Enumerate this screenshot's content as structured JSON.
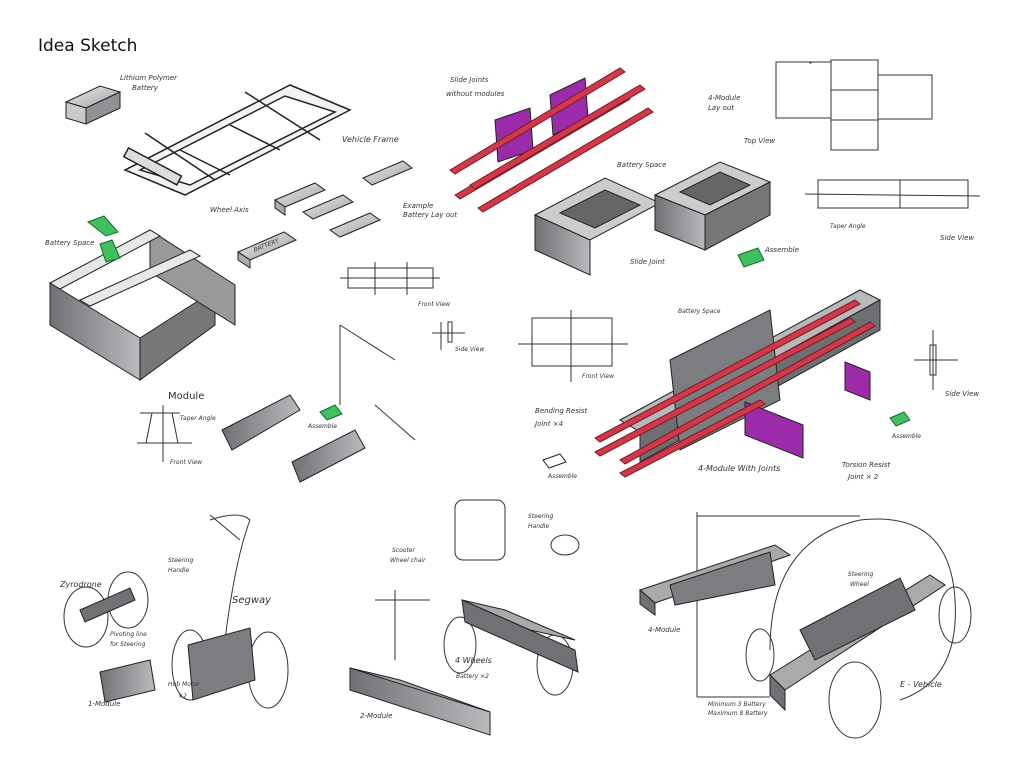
{
  "title": "Idea Sketch",
  "labels": {
    "lithium_battery_1": "Lithium Polymer",
    "lithium_battery_2": "Battery",
    "vehicle_frame": "Vehicle Frame",
    "wheel_axis": "Wheel Axis",
    "example_layout_1": "Example",
    "example_layout_2": "Battery Lay out",
    "battery_text": "BATTERY",
    "battery_space_left": "Battery Space",
    "slide_joints_1": "Slide Joints",
    "slide_joints_2": "without modules",
    "battery_space_top": "Battery Space",
    "slide_joint": "Slide Joint",
    "assemble_1": "Assemble",
    "four_module_layout_1": "4-Module",
    "four_module_layout_2": "Lay out",
    "top_view": "Top View",
    "taper_angle_right": "Taper Angle",
    "side_view_top": "Side View",
    "front_view_mid": "Front View",
    "side_view_mid": "Side View",
    "module": "Module",
    "taper_angle_left": "Taper Angle",
    "front_view_left": "Front View",
    "assemble_2": "Assemble",
    "front_view_right": "Front View",
    "battery_space_mid": "Battery Space",
    "side_view_right": "Side View",
    "bending_resist_1": "Bending Resist",
    "bending_resist_2": "Joint ×4",
    "assemble_3": "Assemble",
    "assemble_4": "Assemble",
    "four_module_joints": "4-Module With Joints",
    "torsion_resist_1": "Torsion Resist",
    "torsion_resist_2": "Joint × 2",
    "zyrodrone": "Zyrodrone",
    "pivoting_1": "Pivoting line",
    "pivoting_2": "for Steering",
    "steering_handle_segway_1": "Steering",
    "steering_handle_segway_2": "Handle",
    "segway": "Segway",
    "hub_motor_1": "Hub Motor",
    "hub_motor_2": "×2",
    "one_module": "1-Module",
    "scooter_1": "Scooter",
    "scooter_2": "Wheel chair",
    "steering_handle_scooter_1": "Steering",
    "steering_handle_scooter_2": "Handle",
    "four_wheels_1": "4 Wheels",
    "four_wheels_2": "Battery ×2",
    "two_module": "2-Module",
    "four_module": "4-Module",
    "steering_wheel_1": "Steering",
    "steering_wheel_2": "Wheel",
    "e_vehicle": "E - Vehicle",
    "min_max_1": "Minimum 3 Battery",
    "min_max_2": "Maximum 8 Battery"
  },
  "colors": {
    "rod": "#d0394a",
    "plate": "#9b2ba8",
    "arrow": "#3ec060",
    "module": "#8a8c90"
  }
}
